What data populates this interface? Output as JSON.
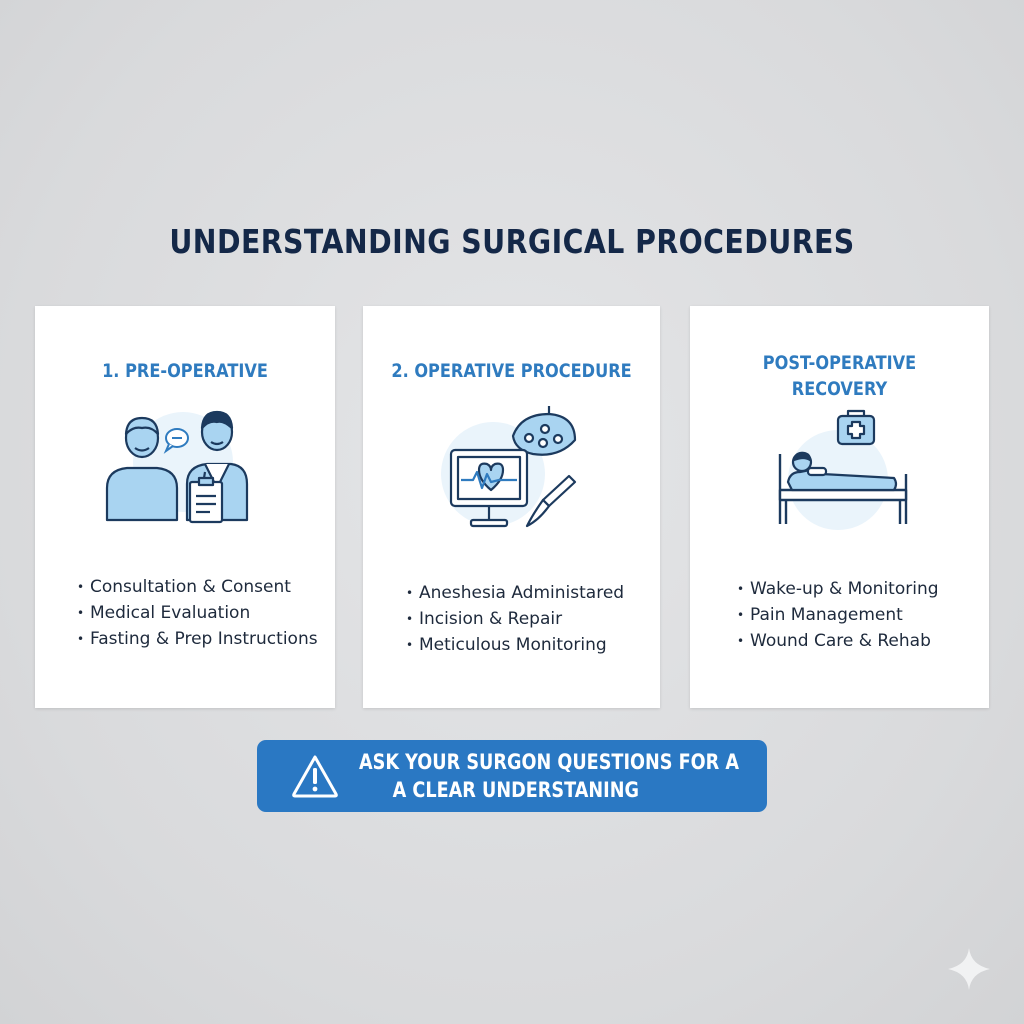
{
  "title": "UNDERSTANDING SURGICAL PROCEDURES",
  "colors": {
    "heading": "#142848",
    "accent": "#2f7bbf",
    "banner": "#2a78c3",
    "icon_fill": "#a9d4f1",
    "icon_stroke": "#1c3a5e"
  },
  "cards": [
    {
      "title": "1. PRE-OPERATIVE",
      "icon": "patient-doctor-consultation-icon",
      "items": [
        "Consultation & Consent",
        "Medical Evaluation",
        "Fasting & Prep Instructions"
      ]
    },
    {
      "title": "2. OPERATIVE PROCEDURE",
      "icon": "heart-monitor-surgical-lamp-scalpel-icon",
      "items": [
        "Aneshesia Administared",
        "Incision & Repair",
        "Meticulous Monitoring"
      ]
    },
    {
      "title_line1": "POST-OPERATIVE",
      "title_line2": "RECOVERY",
      "icon": "hospital-bed-first-aid-kit-icon",
      "items": [
        "Wake-up & Monitoring",
        "Pain Management",
        "Wound Care & Rehab"
      ]
    }
  ],
  "banner": {
    "icon": "warning-triangle-icon",
    "line1": "ASK YOUR SURGON QUESTIONS FOR A",
    "line2": "A CLEAR UNDERSTANING"
  },
  "watermark_icon": "sparkle-icon"
}
